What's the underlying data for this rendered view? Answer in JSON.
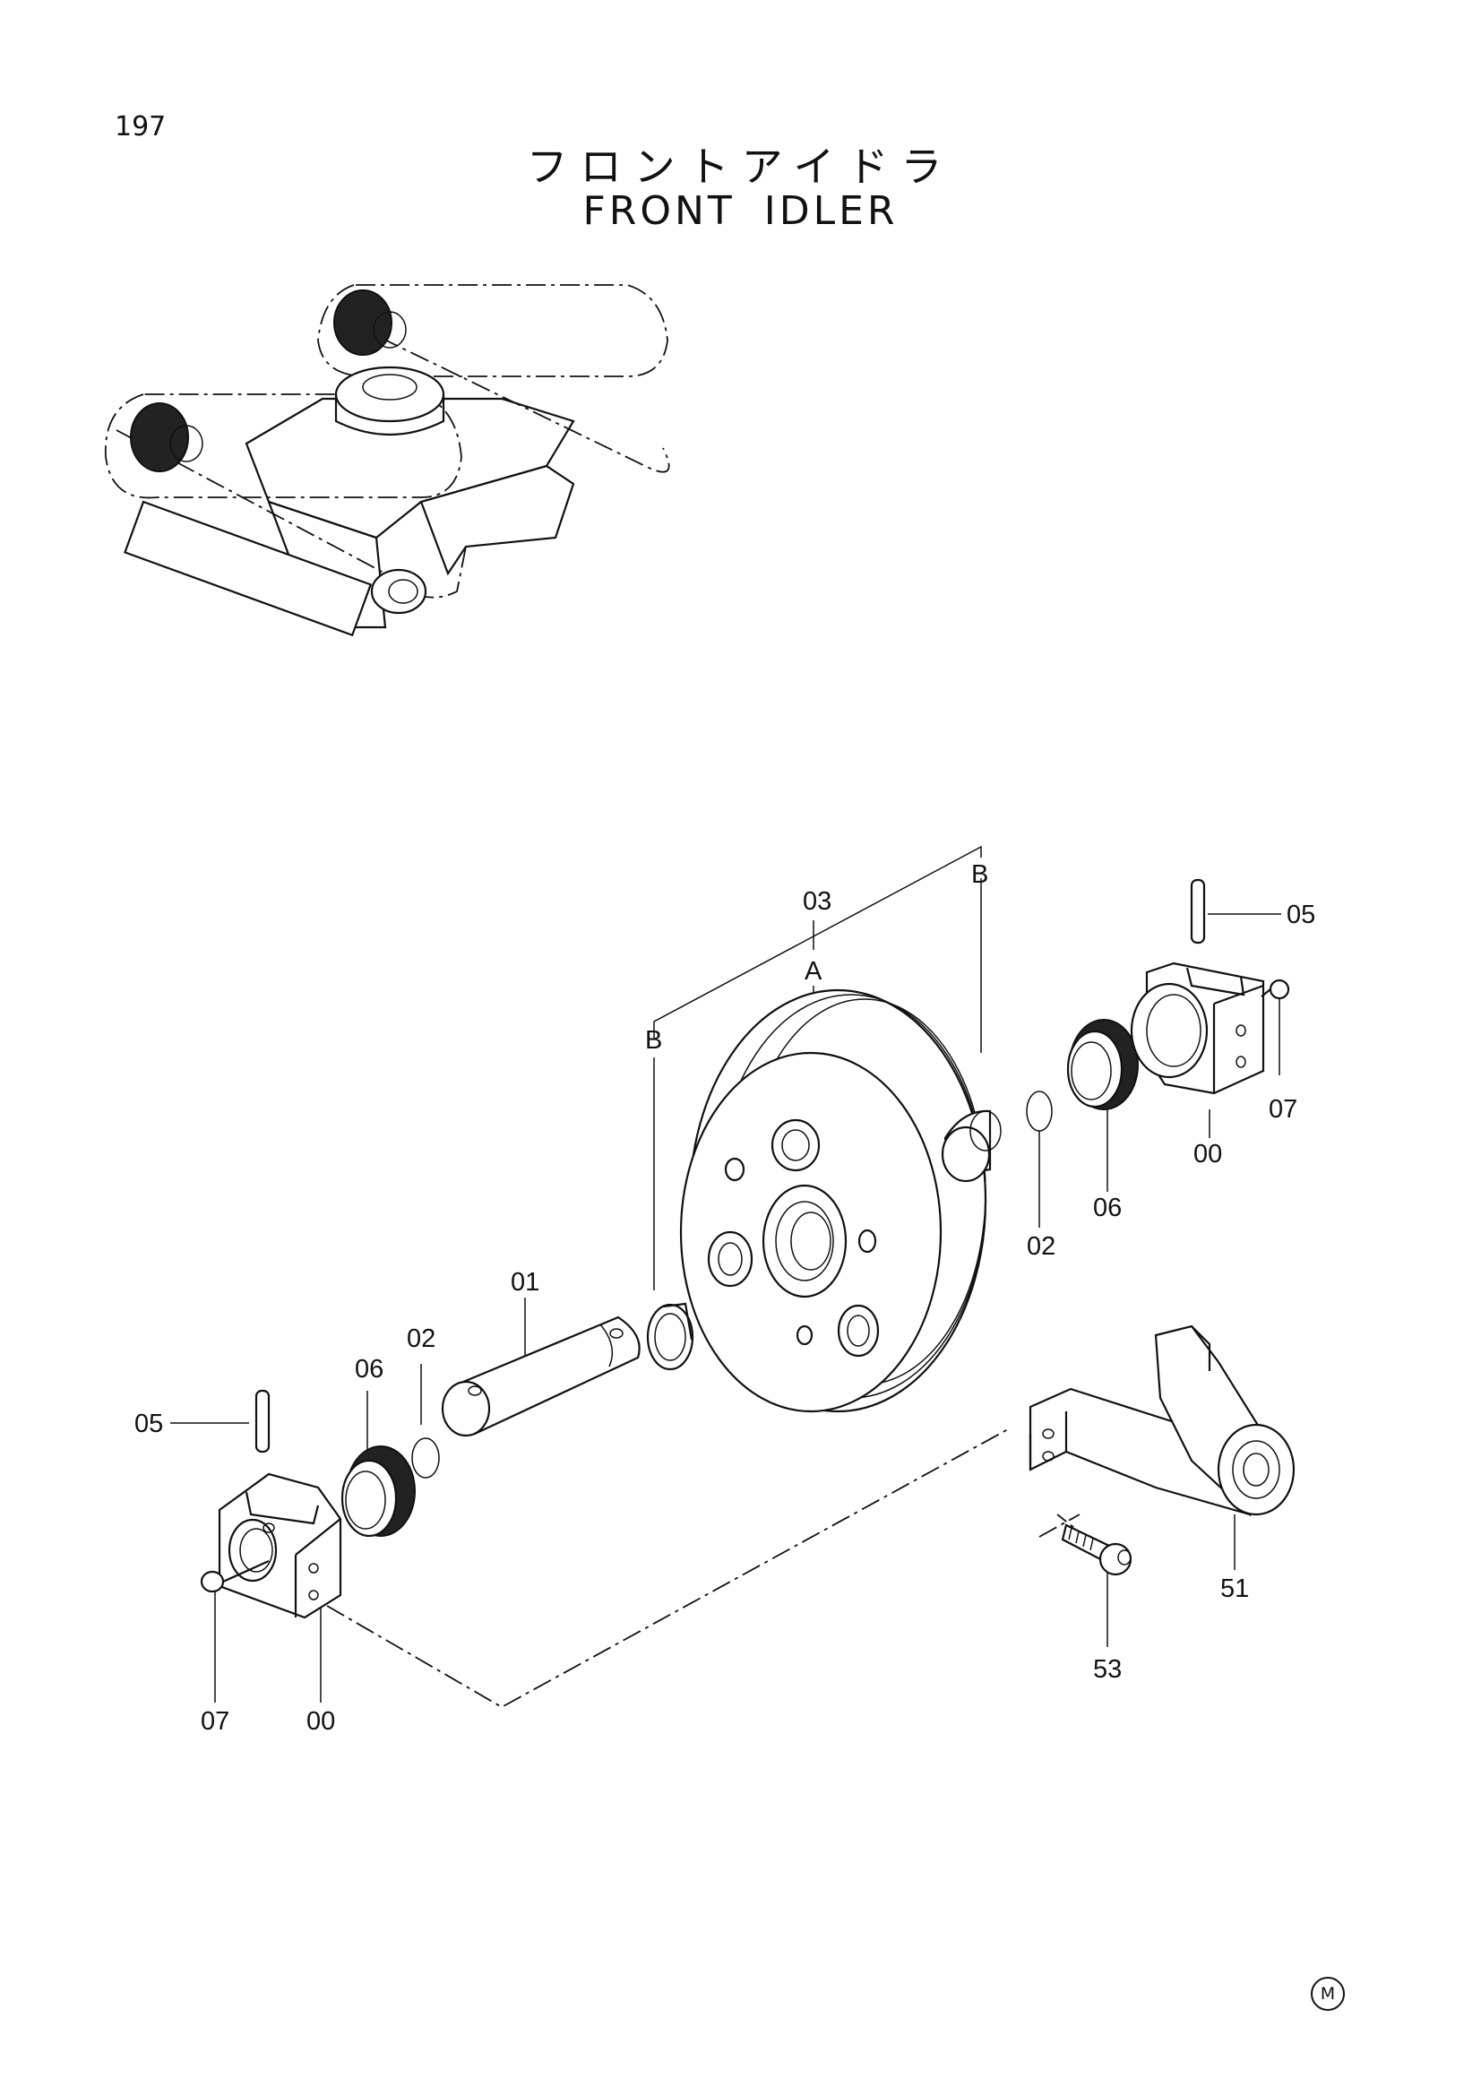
{
  "page_number": "197",
  "title_jp": "フロントアイドラ",
  "title_en": "FRONT  IDLER",
  "part_labels": {
    "p03": "03",
    "pA": "A",
    "pB_left": "B",
    "pB_right": "B",
    "p05_right": "05",
    "p07_right": "07",
    "p00_right": "00",
    "p06_right": "06",
    "p02_right": "02",
    "p01": "01",
    "p02_left": "02",
    "p06_left": "06",
    "p05_left": "05",
    "p07_left": "07",
    "p00_left": "00",
    "p51": "51",
    "p53": "53"
  },
  "corner_mark": "M"
}
